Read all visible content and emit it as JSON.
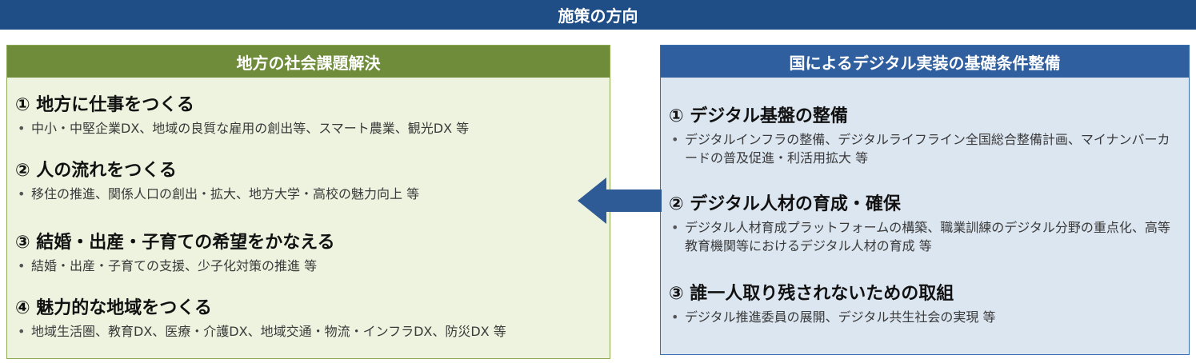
{
  "banner": {
    "title": "施策の方向"
  },
  "left_panel": {
    "title": "地方の社会課題解決",
    "items": [
      {
        "heading": "① 地方に仕事をつくる",
        "desc": "中小・中堅企業DX、地域の良質な雇用の創出等、スマート農業、観光DX 等"
      },
      {
        "heading": "② 人の流れをつくる",
        "desc": "移住の推進、関係人口の創出・拡大、地方大学・高校の魅力向上 等"
      },
      {
        "heading": "③ 結婚・出産・子育ての希望をかなえる",
        "desc": "結婚・出産・子育ての支援、少子化対策の推進 等"
      },
      {
        "heading": "④ 魅力的な地域をつくる",
        "desc": "地域生活圏、教育DX、医療・介護DX、地域交通・物流・インフラDX、防災DX 等"
      }
    ]
  },
  "right_panel": {
    "title": "国によるデジタル実装の基礎条件整備",
    "items": [
      {
        "heading": "① デジタル基盤の整備",
        "desc": "デジタルインフラの整備、デジタルライフライン全国総合整備計画、マイナンバーカードの普及促進・利活用拡大 等"
      },
      {
        "heading": "② デジタル人材の育成・確保",
        "desc": "デジタル人材育成プラットフォームの構築、職業訓練のデジタル分野の重点化、高等教育機関等におけるデジタル人材の育成 等"
      },
      {
        "heading": "③ 誰一人取り残されないための取組",
        "desc": "デジタル推進委員の展開、デジタル共生社会の実現 等"
      }
    ]
  },
  "bullet": "•",
  "colors": {
    "banner_bg": "#1f4e86",
    "left_header_bg": "#6e8c3a",
    "left_body_bg": "#eef3df",
    "right_header_bg": "#2f5f9f",
    "right_body_bg": "#dce6f1",
    "arrow": "#2e5b96"
  }
}
